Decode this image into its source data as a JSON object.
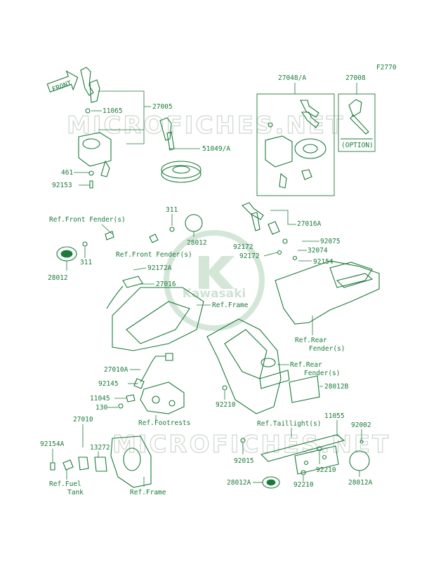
{
  "diagram_id": "F2770",
  "watermark": "MICROFICHES.NET",
  "brand_logo": "Kawasaki",
  "front_arrow": "FRONT",
  "option_label": "(OPTION)",
  "labels": {
    "p27005": "27005",
    "p11065": "11065",
    "p51049a": "51049/A",
    "p461": "461",
    "p92153": "92153",
    "p27048a": "27048/A",
    "p27008": "27008",
    "p311a": "311",
    "p28012a": "28012",
    "refFrontFender1": "Ref.Front Fender(s)",
    "refFrontFender2": "Ref.Front Fender(s)",
    "p311b": "311",
    "p28012b": "28012",
    "p27016a": "27016A",
    "p92075": "92075",
    "p32074": "32074",
    "p92172": "92172",
    "p92154": "92154",
    "p92172a": "92172A",
    "p27016": "27016",
    "refFrame1": "Ref.Frame",
    "refRearFender1a": "Ref.Rear",
    "refRearFender1b": "Fender(s)",
    "refRearFender2a": "Ref.Rear",
    "refRearFender2b": "Fender(s)",
    "p28012B": "28012B",
    "p27010a": "27010A",
    "p92145": "92145",
    "p11045": "11045",
    "p130": "130",
    "refFootrests": "Ref.Footrests",
    "p92210a": "92210",
    "p27010": "27010",
    "p11055": "11055",
    "p92002": "92002",
    "refTaillight": "Ref.Taillight(s)",
    "p92154A": "92154A",
    "p13272": "13272",
    "p92015": "92015",
    "p92210b": "92210",
    "refFuelTank1": "Ref.Fuel",
    "refFuelTank2": "Tank",
    "refFrame2": "Ref.Frame",
    "p28012A1": "28012A",
    "p92210c": "92210",
    "p28012A2": "28012A"
  }
}
